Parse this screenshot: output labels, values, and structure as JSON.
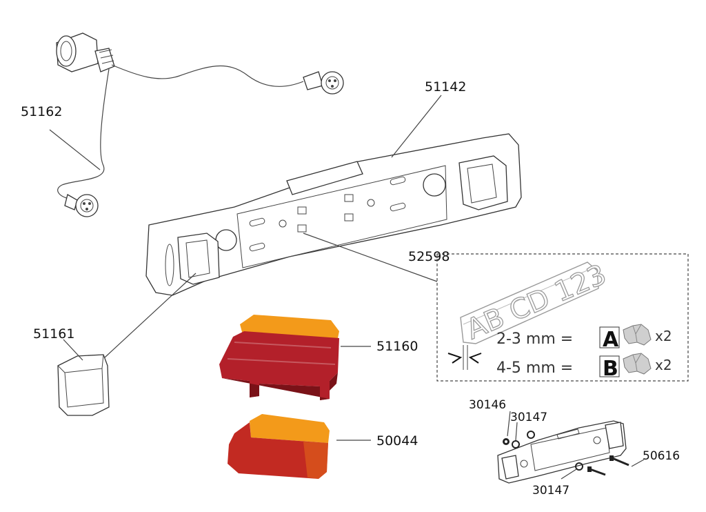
{
  "parts": {
    "cable": "51162",
    "lamp_bar": "51142",
    "plate_holder": "52598",
    "lamp_cover": "51161",
    "tail_lens_large": "51160",
    "tail_lens_small": "50044",
    "nut": "30146",
    "washer_top": "30147",
    "screw": "50616",
    "washer_bottom": "30147"
  },
  "plate": {
    "text": "AB CD  123",
    "row_a": {
      "range": "2-3 mm =",
      "letter": "A",
      "qty": "x2"
    },
    "row_b": {
      "range": "4-5 mm =",
      "letter": "B",
      "qty": "x2"
    }
  },
  "colors": {
    "lens_red": "#b3202a",
    "lens_dark_red": "#7a1218",
    "lens_amber": "#f39a1a",
    "lens_orange": "#e56a18"
  }
}
